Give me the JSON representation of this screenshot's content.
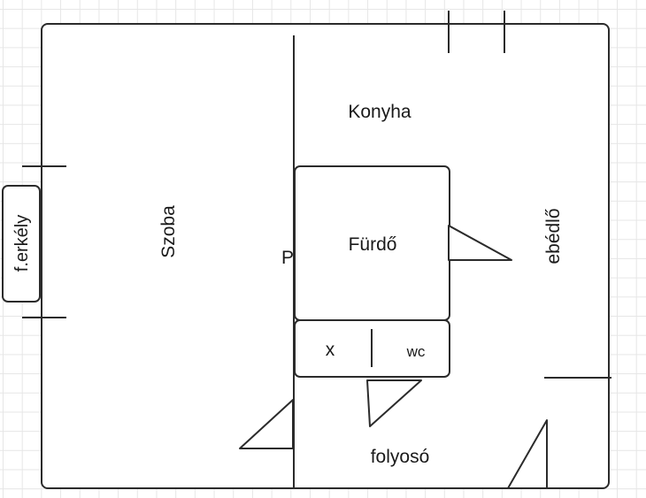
{
  "rooms": {
    "szoba": "Szoba",
    "konyha": "Konyha",
    "furdo": "Fürdő",
    "x": "x",
    "wc": "wc",
    "ebedlo": "ebédlő",
    "folyoso": "folyosó",
    "erkely": "f.erkély",
    "hidden_label": "P"
  },
  "colors": {
    "stroke": "#2b2b2b",
    "grid": "#e6e6e6"
  }
}
